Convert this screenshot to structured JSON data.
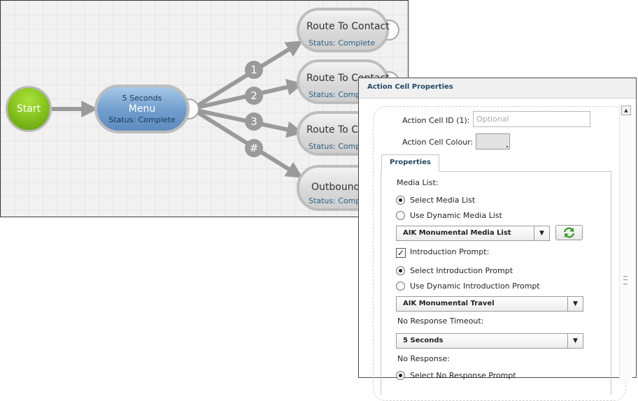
{
  "flow": {
    "start": {
      "label": "Start"
    },
    "menu": {
      "subtitle": "5 Seconds",
      "title": "Menu",
      "status": "Status: Complete"
    },
    "badges": [
      "1",
      "2",
      "3",
      "#"
    ],
    "nodes": [
      {
        "title": "Route To Contact",
        "status": "Status: Complete"
      },
      {
        "title": "Route To Contact",
        "status": "Status: Complete"
      },
      {
        "title": "Route To Contact",
        "status": "Status: Complete"
      },
      {
        "title": "Outbound Call",
        "status": "Status: Complete"
      }
    ]
  },
  "panel": {
    "title": "Action Cell Properties",
    "cell_id_label": "Action Cell ID (1):",
    "cell_id_placeholder": "Optional",
    "colour_label": "Action Cell Colour:",
    "colour_value": "#e2e2e2",
    "tab_label": "Properties",
    "media_list_label": "Media List:",
    "select_media_list": "Select Media List",
    "dynamic_media_list": "Use Dynamic Media List",
    "media_list_value": "AIK Monumental Media List",
    "intro_prompt_label": "Introduction Prompt:",
    "intro_prompt_checked": true,
    "select_intro_prompt": "Select Introduction Prompt",
    "dynamic_intro_prompt": "Use Dynamic Introduction Prompt",
    "intro_prompt_value": "AIK Monumental Travel",
    "no_response_timeout_label": "No Response Timeout:",
    "timeout_value": "5 Seconds",
    "no_response_label": "No Response:",
    "select_no_response_prompt": "Select No Response Prompt"
  },
  "colors": {
    "start": "#86c21e",
    "menu": "#6f9ccc",
    "link": "#9a9a9a",
    "refresh": "#3c9a2c"
  }
}
